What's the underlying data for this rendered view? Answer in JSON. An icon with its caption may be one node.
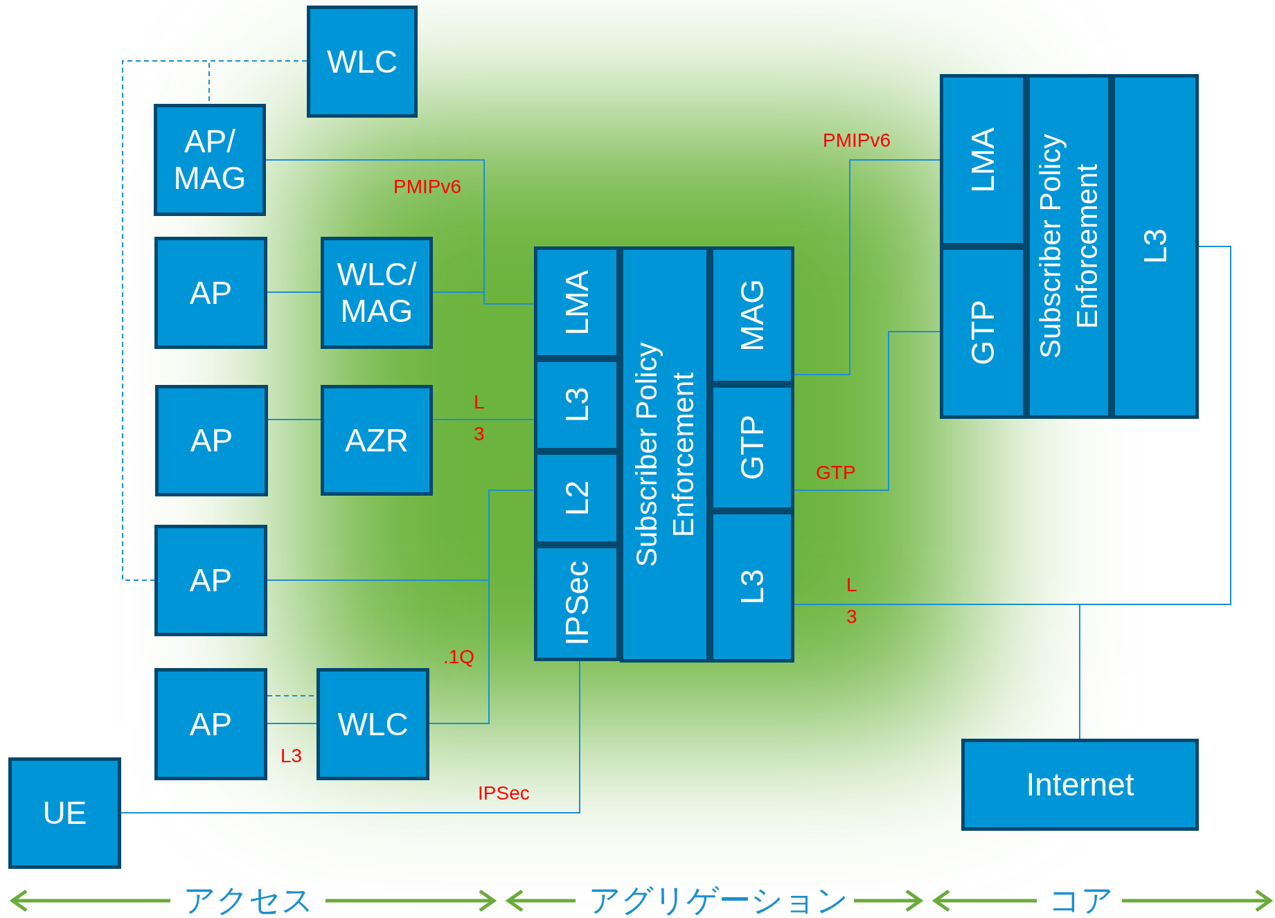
{
  "diagram": {
    "nodes": [
      {
        "text": [
          "WLC"
        ]
      },
      {
        "text": [
          "AP/ MAG"
        ]
      },
      {
        "text": [
          "AP"
        ]
      },
      {
        "text": [
          "WLC/ MAG"
        ]
      },
      {
        "text": [
          "AP"
        ]
      },
      {
        "text": [
          "AZR"
        ]
      },
      {
        "text": [
          "AP"
        ]
      },
      {
        "text": [
          "AP"
        ]
      },
      {
        "text": [
          "WLC"
        ]
      },
      {
        "text": [
          "UE"
        ]
      },
      {
        "text": [
          "LMA"
        ]
      },
      {
        "text": [
          "L3"
        ]
      },
      {
        "text": [
          "L2"
        ]
      },
      {
        "text": [
          "IPSec"
        ]
      },
      {
        "text": [
          "Subscriber Policy Enforcement"
        ]
      },
      {
        "text": [
          "MAG"
        ]
      },
      {
        "text": [
          "GTP"
        ]
      },
      {
        "text": [
          "L3"
        ]
      },
      {
        "text": [
          "LMA"
        ]
      },
      {
        "text": [
          "GTP"
        ]
      },
      {
        "text": [
          "Subscriber Policy Enforcement"
        ]
      },
      {
        "text": [
          "L3"
        ]
      },
      {
        "text": [
          "Internet"
        ]
      }
    ],
    "edges": [
      {
        "from": 0,
        "to": 1,
        "arrow": "none",
        "style": "dashed"
      },
      {
        "from": 0,
        "to": 6,
        "arrow": "none",
        "style": "dashed"
      },
      {
        "from": 1,
        "to": 10,
        "arrow": "none",
        "label": "PMIPv6"
      },
      {
        "from": 2,
        "to": 3,
        "arrow": "none"
      },
      {
        "from": 3,
        "to": 10,
        "arrow": "none"
      },
      {
        "from": 4,
        "to": 5,
        "arrow": "none"
      },
      {
        "from": 5,
        "to": 11,
        "arrow": "none",
        "label": "L3"
      },
      {
        "from": 6,
        "to": 12,
        "arrow": "none"
      },
      {
        "from": 8,
        "to": 12,
        "arrow": "none",
        "label": ".1Q"
      },
      {
        "from": 7,
        "to": 8,
        "arrow": "none",
        "style": "dashed"
      },
      {
        "from": 7,
        "to": 8,
        "arrow": "none",
        "label": "L3"
      },
      {
        "from": 9,
        "to": 13,
        "arrow": "none",
        "label": "IPSec"
      },
      {
        "from": 15,
        "to": 18,
        "arrow": "none",
        "label": "PMIPv6"
      },
      {
        "from": 16,
        "to": 19,
        "arrow": "none",
        "label": "GTP"
      },
      {
        "from": 17,
        "to": 21,
        "arrow": "none",
        "label": "L3"
      },
      {
        "from": 17,
        "to": 22,
        "arrow": "none"
      }
    ],
    "labels": [
      "アクセス",
      "アグリゲーション",
      "コア"
    ]
  }
}
